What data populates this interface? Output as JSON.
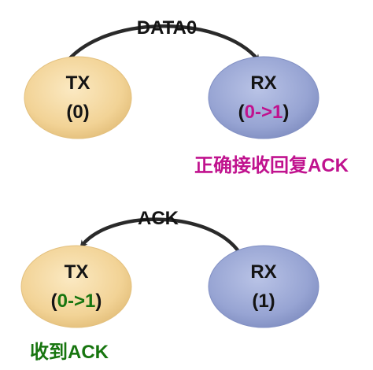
{
  "top": {
    "arrow_label": "DATA0",
    "tx": {
      "name": "TX",
      "state": "(0)"
    },
    "rx": {
      "name": "RX",
      "state_open": "(",
      "state_value": "0->1",
      "state_close": ")"
    },
    "note": "正确接收回复ACK"
  },
  "bottom": {
    "arrow_label": "ACK",
    "tx": {
      "name": "TX",
      "state_open": "(",
      "state_value": "0->1",
      "state_close": ")"
    },
    "rx": {
      "name": "RX",
      "state": "(1)"
    },
    "note": "收到ACK"
  },
  "colors": {
    "tx_fill": "#f3d59a",
    "rx_fill": "#98a6d4",
    "text": "#141414",
    "rx_toggle": "#c0128e",
    "tx_toggle": "#17750f",
    "note_top": "#c0128e",
    "note_bottom": "#17750f"
  }
}
